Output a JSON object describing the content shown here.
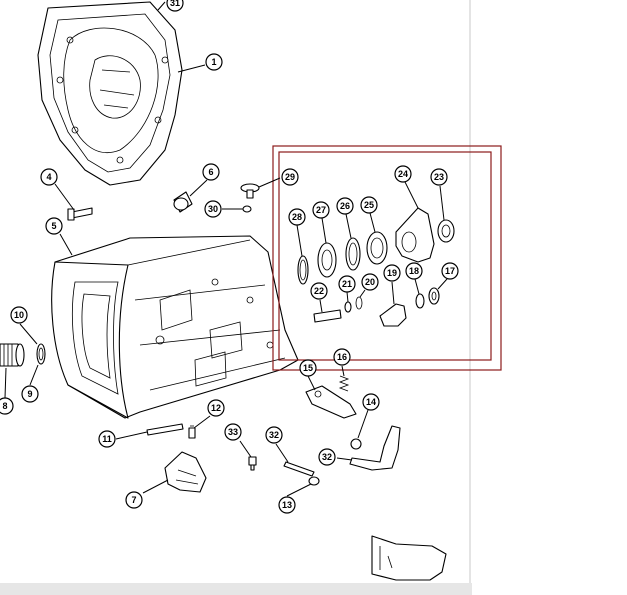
{
  "callouts": [
    {
      "id": "c1",
      "label": "1"
    },
    {
      "id": "c4",
      "label": "4"
    },
    {
      "id": "c5",
      "label": "5"
    },
    {
      "id": "c6",
      "label": "6"
    },
    {
      "id": "c7",
      "label": "7"
    },
    {
      "id": "c8",
      "label": "8"
    },
    {
      "id": "c9",
      "label": "9"
    },
    {
      "id": "c10",
      "label": "10"
    },
    {
      "id": "c11",
      "label": "11"
    },
    {
      "id": "c12",
      "label": "12"
    },
    {
      "id": "c13",
      "label": "13"
    },
    {
      "id": "c14",
      "label": "14"
    },
    {
      "id": "c15",
      "label": "15"
    },
    {
      "id": "c16",
      "label": "16"
    },
    {
      "id": "c17",
      "label": "17"
    },
    {
      "id": "c18",
      "label": "18"
    },
    {
      "id": "c19",
      "label": "19"
    },
    {
      "id": "c20",
      "label": "20"
    },
    {
      "id": "c21",
      "label": "21"
    },
    {
      "id": "c22",
      "label": "22"
    },
    {
      "id": "c23",
      "label": "23"
    },
    {
      "id": "c24",
      "label": "24"
    },
    {
      "id": "c25",
      "label": "25"
    },
    {
      "id": "c26",
      "label": "26"
    },
    {
      "id": "c27",
      "label": "27"
    },
    {
      "id": "c28",
      "label": "28"
    },
    {
      "id": "c29",
      "label": "29"
    },
    {
      "id": "c30",
      "label": "30"
    },
    {
      "id": "c31",
      "label": "31"
    },
    {
      "id": "c32a",
      "label": "32"
    },
    {
      "id": "c32b",
      "label": "32"
    },
    {
      "id": "c33",
      "label": "33"
    }
  ],
  "colors": {
    "highlight_box": "#8b1a1a",
    "line": "#000000",
    "background": "#ffffff"
  }
}
